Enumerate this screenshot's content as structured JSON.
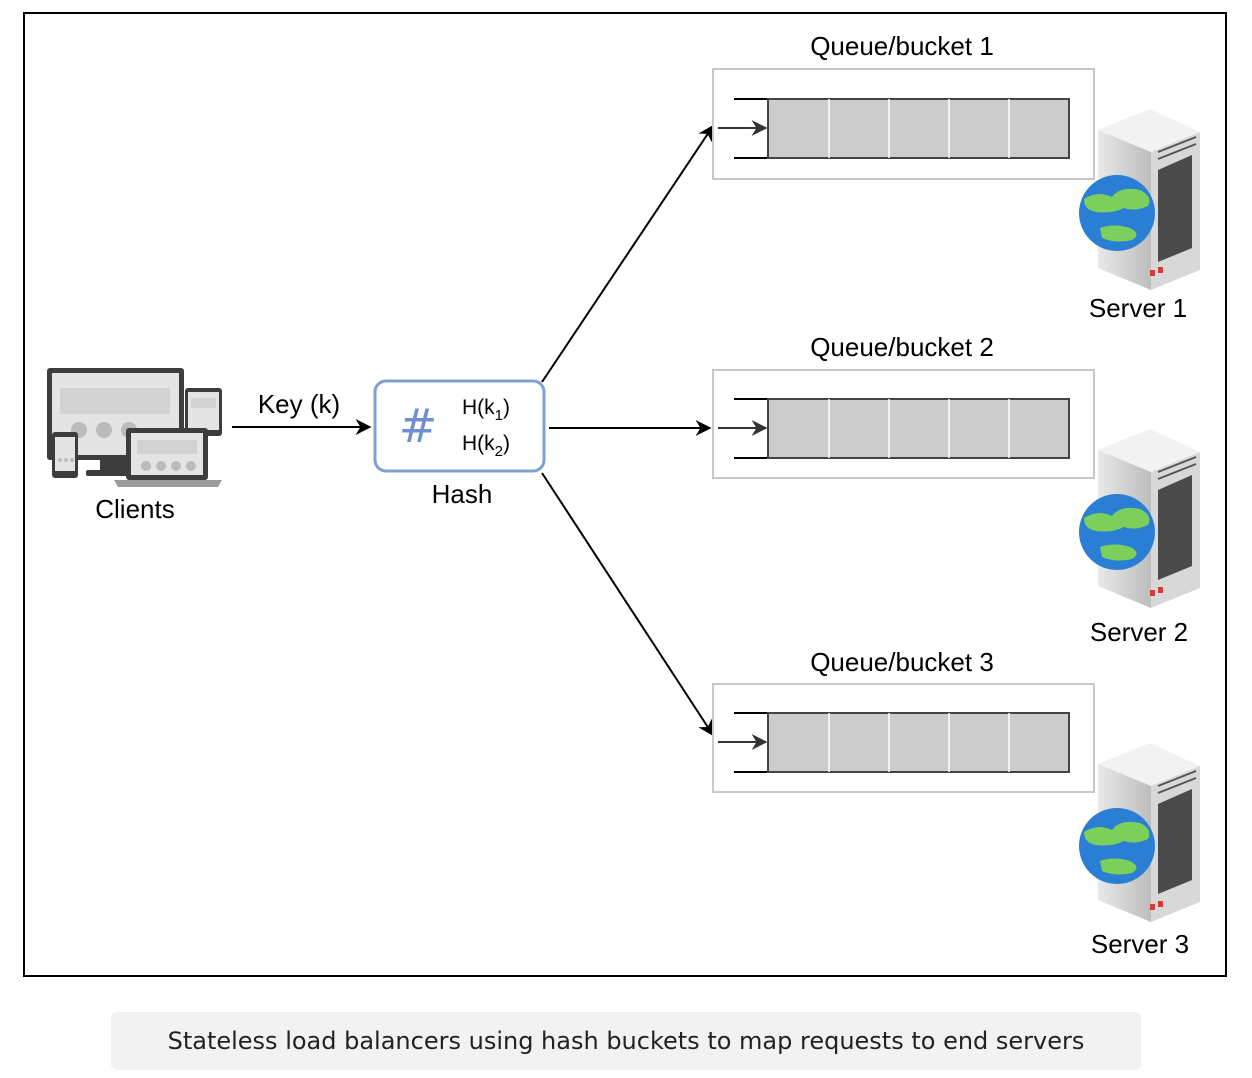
{
  "diagram": {
    "clients_label": "Clients",
    "key_label": "Key (k)",
    "hash": {
      "symbol": "#",
      "label": "Hash",
      "func_prefix": "H(k",
      "func_suffix": ")",
      "sub1": "1",
      "sub2": "2"
    },
    "queues": [
      {
        "label": "Queue/bucket 1"
      },
      {
        "label": "Queue/bucket 2"
      },
      {
        "label": "Queue/bucket 3"
      }
    ],
    "servers": [
      {
        "label": "Server 1"
      },
      {
        "label": "Server 2"
      },
      {
        "label": "Server 3"
      }
    ]
  },
  "caption": "Stateless load balancers using hash buckets to map requests to end servers",
  "colors": {
    "hash_border": "#7fa0d6",
    "hash_symbol": "#6f8fd0",
    "queue_cell": "#cccccc",
    "queue_frame": "#c8c8c8",
    "globe_ocean": "#2a7fd4",
    "globe_land": "#7ccf5a"
  }
}
